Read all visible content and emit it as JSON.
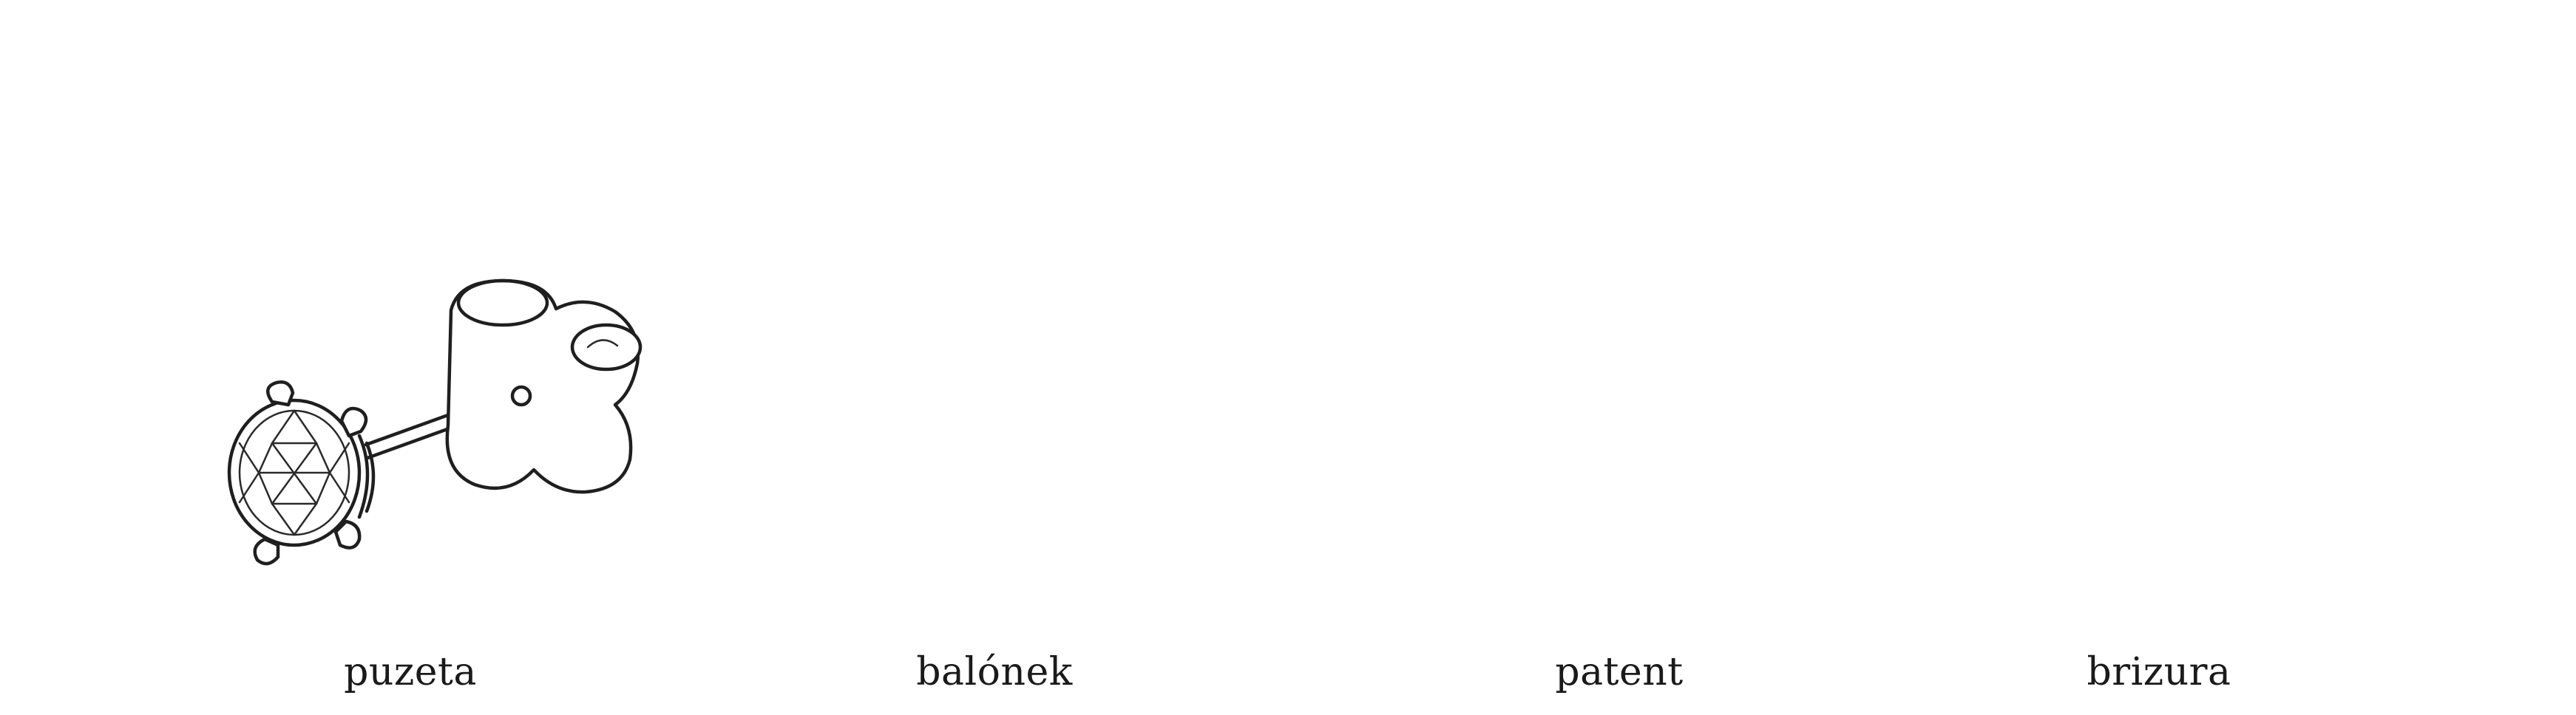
{
  "colors": {
    "background": "#ffffff",
    "ink": "#1f1f1f"
  },
  "items": [
    {
      "label": "puzeta",
      "icon": "stud-earring-push-back-icon"
    },
    {
      "label": "balónek",
      "icon": "stud-earring-screw-ball-back-icon"
    },
    {
      "label": "patent",
      "icon": "leverback-earring-icon"
    },
    {
      "label": "brizura",
      "icon": "leverback-earring-side-icon"
    }
  ]
}
